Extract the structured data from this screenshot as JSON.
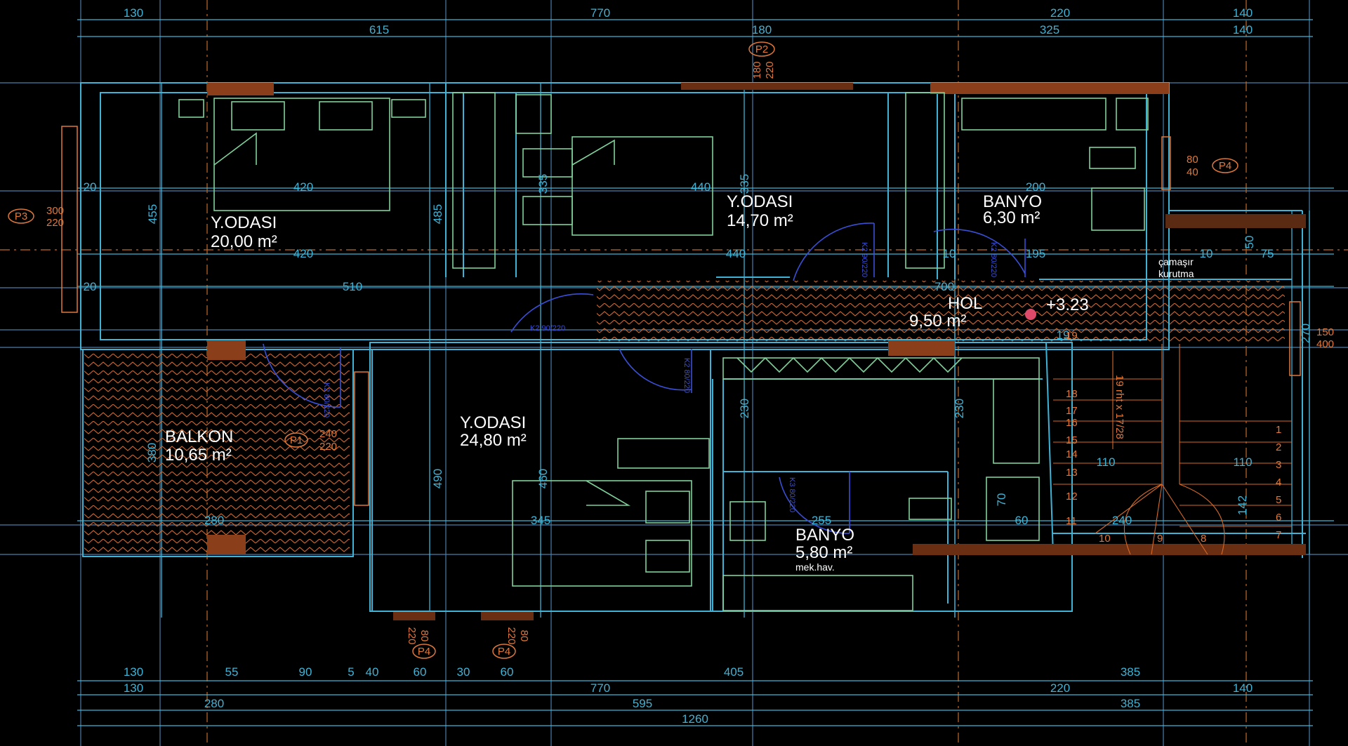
{
  "rooms": {
    "room1": {
      "name": "Y.ODASI",
      "area": "20,00 m²"
    },
    "room2": {
      "name": "Y.ODASI",
      "area": "14,70 m²"
    },
    "bath1": {
      "name": "BANYO",
      "area": "6,30 m²"
    },
    "hall": {
      "name": "HOL",
      "area": "9,50 m²",
      "level": "+3.23"
    },
    "balcony": {
      "name": "BALKON",
      "area": "10,65 m²"
    },
    "room3": {
      "name": "Y.ODASI",
      "area": "24,80 m²"
    },
    "bath2": {
      "name": "BANYO",
      "area": "5,80 m²",
      "note": "mek.hav."
    },
    "laundry": {
      "line1": "çamaşır",
      "line2": "kurutma"
    }
  },
  "dims_top": {
    "row1": [
      "130",
      "770",
      "220",
      "140"
    ],
    "row2": [
      "615",
      "180",
      "325",
      "140"
    ]
  },
  "dims_bottom": {
    "row1": [
      "130",
      "55",
      "90",
      "5",
      "40",
      "60",
      "30",
      "60",
      "405",
      "385"
    ],
    "row2": [
      "130",
      "770",
      "220",
      "140"
    ],
    "row3": [
      "280",
      "595",
      "385"
    ],
    "total": "1260"
  },
  "dims_inner": {
    "d420a": "420",
    "d420b": "420",
    "d440a": "440",
    "d440b": "440",
    "d200": "200",
    "d195": "195",
    "d510": "510",
    "d700": "700",
    "d455": "455",
    "d485": "485",
    "d335a": "335",
    "d335b": "335",
    "d380": "380",
    "d280": "280",
    "d345": "345",
    "d255": "255",
    "d490": "490",
    "d460": "460",
    "d230a": "230",
    "d230b": "230",
    "d110a": "110",
    "d110b": "110",
    "d240": "240",
    "d270": "270",
    "d10a": "10",
    "d10b": "10",
    "d20a": "20",
    "d20b": "20",
    "d75": "75",
    "d50": "50",
    "d60": "60",
    "d142": "142",
    "d70": "70",
    "d19": "19"
  },
  "openings": {
    "P1": {
      "tag": "P1",
      "w": "240",
      "h": "220"
    },
    "P2": {
      "tag": "P2",
      "w": "180",
      "h": "220"
    },
    "P3": {
      "tag": "P3",
      "w": "300",
      "h": "220"
    },
    "P4a": {
      "tag": "P4",
      "w": "80",
      "h": "40"
    },
    "P4b": {
      "tag": "P4",
      "w": "80",
      "h": "220"
    },
    "P4c": {
      "tag": "P4",
      "w": "80",
      "h": "220"
    },
    "right": {
      "w": "150",
      "h": "400"
    }
  },
  "doors": {
    "k2a": "K2 90/220",
    "k2b": "K2 80/220",
    "k2c": "K2 80/220",
    "k2d": "K2 90/220",
    "k2e": "K2 80/220",
    "k3": "K3 80/220"
  },
  "stair": {
    "label": "19 rht x 17/28",
    "steps": [
      "1",
      "2",
      "3",
      "4",
      "5",
      "6",
      "7",
      "8",
      "9",
      "10",
      "11",
      "12",
      "13",
      "14",
      "15",
      "16",
      "17",
      "18",
      "19"
    ]
  },
  "colors": {
    "background": "#000000",
    "walls": "#3fb3d6",
    "furniture": "#7fd19a",
    "hatch": "#d46a2a",
    "doors": "#3a4fd6",
    "text": "#ffffff"
  }
}
